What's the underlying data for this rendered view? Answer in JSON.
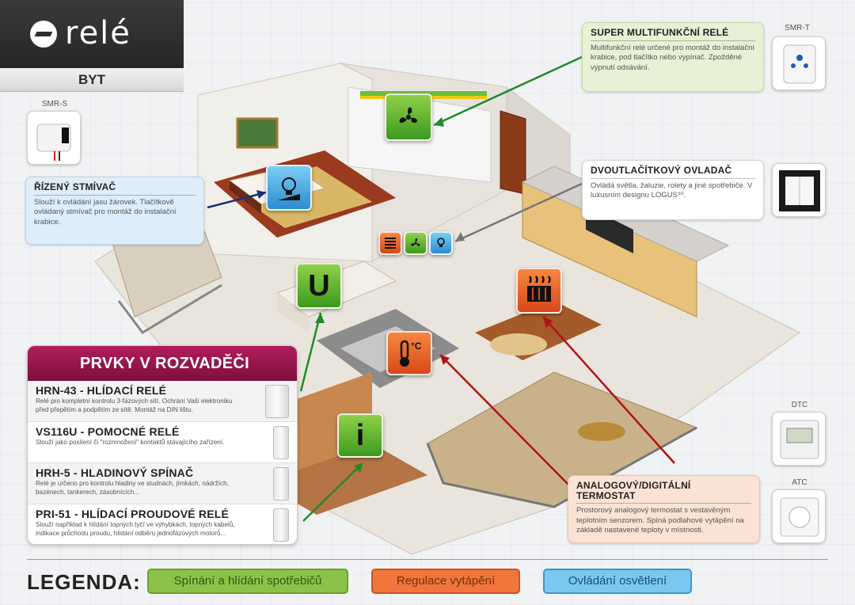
{
  "header": {
    "brand": "relé",
    "section": "BYT"
  },
  "devices": {
    "smr_s": "SMR-S",
    "smr_t": "SMR-T",
    "dtc": "DTC",
    "atc": "ATC"
  },
  "info_boxes": {
    "super_multi": {
      "title": "SUPER MULTIFUNKČNÍ RELÉ",
      "text": "Multifunkční relé určené pro montáž do instalační krabice, pod tlačítko nebo vypínač. Zpožděné vypnutí odsávání."
    },
    "dimmer": {
      "title": "ŘÍZENÝ STMÍVAČ",
      "text": "Slouží k ovládání jasu žárovek. Tlačítkově ovládaný stmívač pro montáž do instalační krabice."
    },
    "dual_switch": {
      "title": "DVOUTLAČÍTKOVÝ OVLADAČ",
      "text": "Ovládá světla, žaluzie, rolety a jiné spotřebiče. V luxusním designu LOGUS⁹⁰."
    },
    "thermostat": {
      "title": "ANALOGOVÝ/DIGITÁLNÍ TERMOSTAT",
      "text": "Prostorový analogový termostat s vestavěným teplotním senzorem. Spíná podlahové vytápění na základě nastavené teploty v místnosti."
    }
  },
  "icons": {
    "fan": "fan-icon",
    "bulb": "bulb-icon",
    "u": "U",
    "heater": "heater-icon",
    "thermometer": "°C",
    "info": "i"
  },
  "panel": {
    "title": "PRVKY V ROZVADĚČI",
    "items": [
      {
        "name": "HRN-43 - HLÍDACÍ RELÉ",
        "text": "Relé pro kompletní kontrolu 3-fázových sítí. Ochrání Vaši elektroniku před přepětím a podpětím ze sítě. Montáž na DIN lištu."
      },
      {
        "name": "VS116U - POMOCNÉ RELÉ",
        "text": "Slouží jako posílení či \"rozmnožení\" kontaktů stávajícího zařízení."
      },
      {
        "name": "HRH-5 - HLADINOVÝ SPÍNAČ",
        "text": "Relé je určeno pro kontrolu hladiny ve studnách, jímkách, nádržích, bazénech, tankerech, zásobnících..."
      },
      {
        "name": "PRI-51 - HLÍDACÍ PROUDOVÉ RELÉ",
        "text": "Slouží například k hlídání topných tyčí ve výhybkách, topných kabelů, indikace průchodu proudu, hlídání odběru jednofázových motorů..."
      }
    ]
  },
  "legend": {
    "title": "LEGENDA:",
    "items": [
      "Spínání a hlídání spotřebičů",
      "Regulace vytápění",
      "Ovládání osvětlení"
    ]
  },
  "colors": {
    "green": "#5aab2a",
    "orange": "#e2582a",
    "blue": "#3b9fdc",
    "magenta": "#9a1549"
  }
}
